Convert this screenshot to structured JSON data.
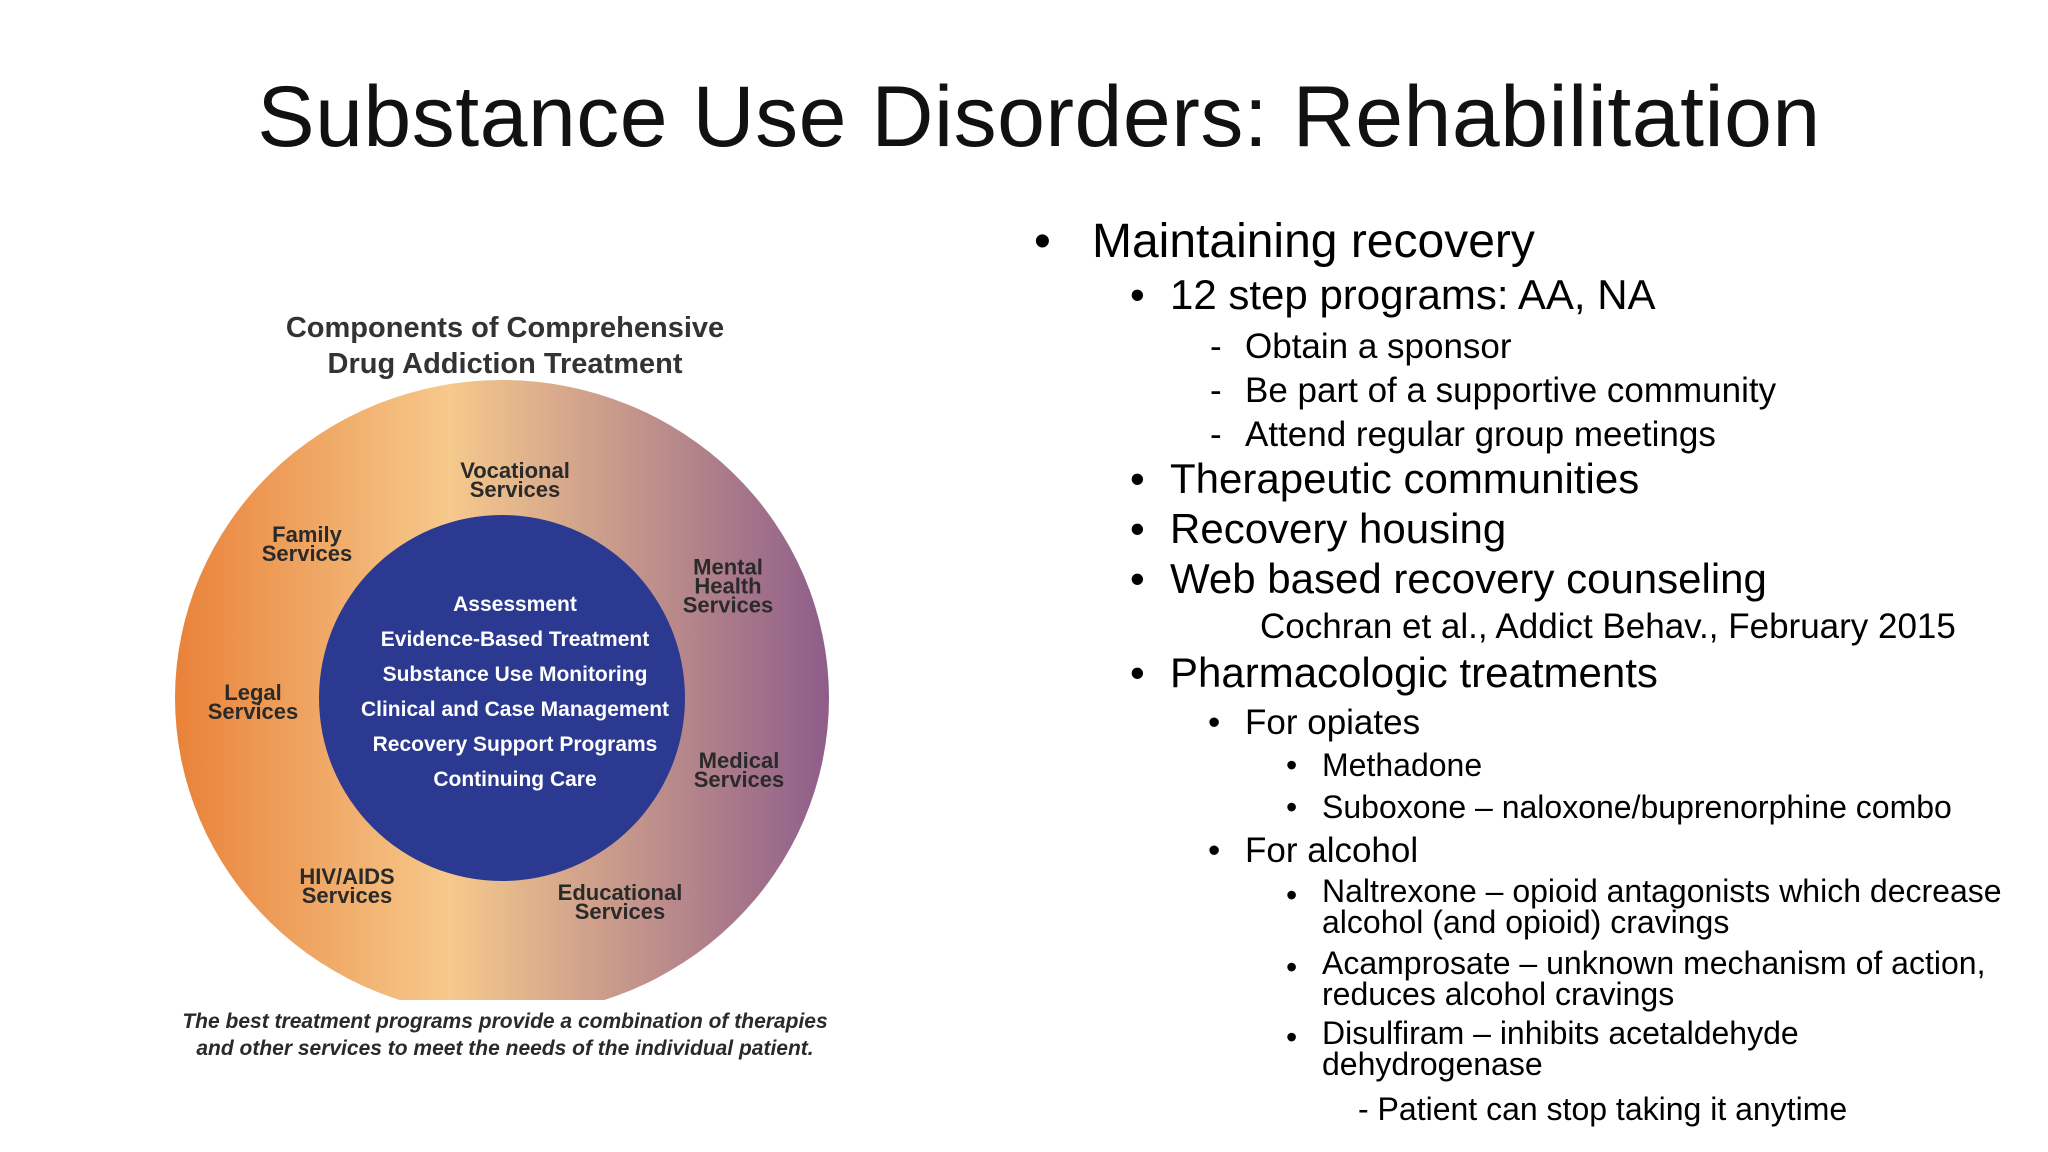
{
  "slide": {
    "title": "Substance Use Disorders: Rehabilitation"
  },
  "figure": {
    "title_line1": "Components of Comprehensive",
    "title_line2": "Drug Addiction Treatment",
    "ring": {
      "vocational": [
        "Vocational",
        "Services"
      ],
      "family": [
        "Family",
        "Services"
      ],
      "mental": [
        "Mental",
        "Health",
        "Services"
      ],
      "legal": [
        "Legal",
        "Services"
      ],
      "medical": [
        "Medical",
        "Services"
      ],
      "hiv": [
        "HIV/AIDS",
        "Services"
      ],
      "educational": [
        "Educational",
        "Services"
      ]
    },
    "core": [
      "Assessment",
      "Evidence-Based Treatment",
      "Substance Use Monitoring",
      "Clinical and Case Management",
      "Recovery Support Programs",
      "Continuing Care"
    ],
    "caption_line1": "The best treatment programs provide a combination of therapies",
    "caption_line2": "and other services to meet the needs of the individual patient.",
    "colors": {
      "core": "#2b3990",
      "ring_left": "#e9823a",
      "ring_mid": "#f6c98c",
      "ring_right": "#8e5d8a"
    }
  },
  "bullets": {
    "maintaining": "Maintaining recovery",
    "twelve_step": "12 step programs: AA, NA",
    "sponsor": "Obtain a sponsor",
    "community": "Be part of a supportive community",
    "meetings": "Attend regular group meetings",
    "therapeutic": "Therapeutic communities",
    "housing": "Recovery housing",
    "web": "Web based recovery counseling",
    "citation": "Cochran et al., Addict Behav., February 2015",
    "pharm": "Pharmacologic treatments",
    "opiates": "For opiates",
    "methadone": "Methadone",
    "suboxone": "Suboxone – naloxone/buprenorphine combo",
    "alcohol": "For alcohol",
    "naltrexone": "Naltrexone – opioid antagonists which decrease alcohol (and opioid) cravings",
    "acamprosate": "Acamprosate – unknown mechanism of action, reduces alcohol cravings",
    "disulfiram": "Disulfiram – inhibits acetaldehyde dehydrogenase",
    "stop": "- Patient can stop taking it anytime",
    "bullet_glyph": "•",
    "dash_glyph": "-"
  }
}
